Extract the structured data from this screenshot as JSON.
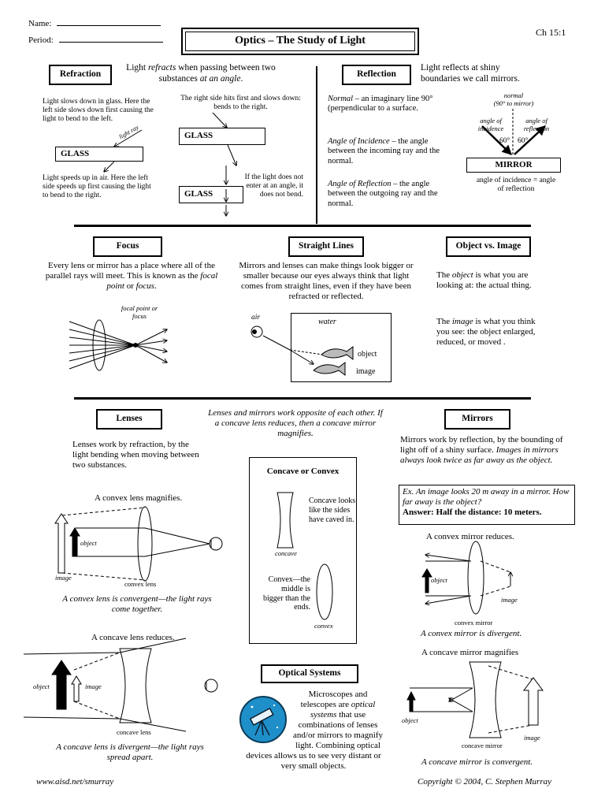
{
  "header": {
    "name_label": "Name:",
    "period_label": "Period:",
    "title": "Optics – The Study of Light",
    "chapter": "Ch 15:1"
  },
  "refraction": {
    "heading": "Refraction",
    "intro_1": "Light ",
    "intro_em1": "refracts",
    "intro_2": " when passing between two substances ",
    "intro_em2": "at an angle",
    "intro_3": ".",
    "slows": "Light slows down in glass. Here the left side slows down first causing the light to bend to the left.",
    "light_ray": "light ray",
    "glass": "GLASS",
    "speeds": "Light speeds up in air. Here the left side speeds up first causing the light to bend to the right.",
    "right_side": "The right side hits first and slows down: bends to the right.",
    "no_angle": "If the light does not enter at an angle, it does not bend."
  },
  "reflection": {
    "heading": "Reflection",
    "intro": "Light reflects at shiny boundaries we call mirrors.",
    "normal_term": "Normal",
    "normal_def": " – an imaginary line 90° (perpendicular to a surface.",
    "incidence_term": "Angle of Incidence",
    "incidence_def": " – the angle between the incoming ray and the normal.",
    "reflection_term": "Angle of Reflection",
    "reflection_def": " – the angle between the outgoing ray and the normal.",
    "diag_normal": "normal",
    "diag_normal_sub": "(90° to mirror)",
    "diag_incidence": "angle of incidence",
    "diag_reflection": "angle of reflection",
    "deg_left": "60°",
    "deg_right": "60°",
    "mirror": "MIRROR",
    "rule": "angle of incidence = angle of reflection"
  },
  "focus": {
    "heading": "Focus",
    "text_1": "Every lens or mirror has a place where all of the parallel rays will meet.  This is known as the ",
    "text_em1": "focal point",
    "text_2": " or ",
    "text_em2": "focus",
    "text_3": ".",
    "diag_label": "focal point or focus"
  },
  "straight": {
    "heading": "Straight Lines",
    "text": "Mirrors and lenses can make things look bigger or smaller because our eyes always think that light comes from straight lines, even if  they have been refracted or reflected.",
    "air": "air",
    "water": "water",
    "object": "object",
    "image": "image"
  },
  "objimg": {
    "heading": "Object vs. Image",
    "p1_a": "The ",
    "p1_em": "object",
    "p1_b": " is what you are looking at: the actual thing.",
    "p2_a": "The ",
    "p2_em": "image",
    "p2_b": " is what you think you see: the  object enlarged, reduced, or moved ."
  },
  "lenses": {
    "heading": "Lenses",
    "intro": "Lenses work by refraction, by the light bending when moving between two substances.",
    "convex_title": "A convex lens magnifies.",
    "object": "object",
    "image": "image",
    "convex_lens": "convex lens",
    "convex_caption": "A convex lens is convergent—the light rays come together.",
    "concave_title": "A concave lens reduces.",
    "object2": "object",
    "image2": "image",
    "concave_lens": "concave lens",
    "concave_caption": "A concave lens is divergent—the light rays spread apart."
  },
  "middle": {
    "note": "Lenses and mirrors work opposite of each other.  If a concave lens reduces, then a concave mirror magnifies.",
    "cc_heading": "Concave or Convex",
    "concave_desc": "Concave looks like the sides have caved in.",
    "concave_label": "concave",
    "convex_desc": "Convex—the middle is bigger than the ends.",
    "convex_label": "convex"
  },
  "optical": {
    "heading": "Optical Systems",
    "text_1": "Microscopes and telescopes are ",
    "text_em": "optical systems",
    "text_2": " that use combinations of lenses and/or mirrors to magnify light.  Combining optical devices allows us to see very distant or very small objects."
  },
  "mirrors": {
    "heading": "Mirrors",
    "intro_1": "Mirrors work by reflection, by the bounding of light off of a shiny surface. ",
    "intro_em": "Images in mirrors always look twice as far away as the object.",
    "ex": "Ex. An image looks 20 m away in a mirror. How far away is the object?",
    "answer": "Answer: Half the distance: 10 meters.",
    "convex_title": "A convex mirror reduces.",
    "object": "object",
    "image": "image",
    "convex_mirror": "convex mirror",
    "convex_caption": "A convex mirror is divergent.",
    "concave_title": "A concave mirror magnifies",
    "object2": "object",
    "image2": "image",
    "concave_mirror": "concave mirror",
    "concave_caption": "A concave mirror is convergent."
  },
  "footer": {
    "url": "www.aisd.net/smurray",
    "copyright": "Copyright © 2004, C. Stephen Murray"
  }
}
